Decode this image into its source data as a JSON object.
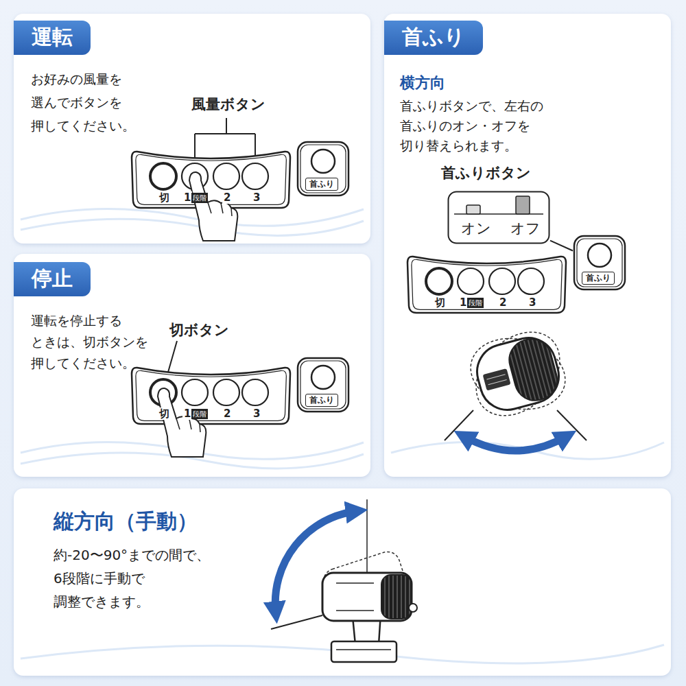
{
  "diagram": {
    "nodes": [
      {
        "text": [
          "運転",
          "お好みの風量を 選んでボタンを 押してください。"
        ]
      },
      {
        "text": [
          "切",
          "1",
          "段階",
          "2",
          "3"
        ],
        "in": 0
      },
      {
        "text": [
          "首ふり"
        ],
        "in": 0
      },
      {
        "text": [
          "停止",
          "運転を停止する ときは、切ボタンを 押してください。"
        ]
      },
      {
        "text": [
          "切",
          "1",
          "段階",
          "2",
          "3"
        ],
        "in": 3
      },
      {
        "text": [
          "首ふり"
        ],
        "in": 3
      },
      {
        "text": [
          "首ふり",
          "横方向",
          "首ふりボタンで、左右の 首ふりのオン・オフを 切り替えられます。"
        ]
      },
      {
        "text": [
          "オン",
          "オフ"
        ],
        "in": 6
      },
      {
        "text": [
          "切",
          "1",
          "段階",
          "2",
          "3"
        ],
        "in": 6
      },
      {
        "text": [
          "首ふり"
        ],
        "in": 6
      },
      {
        "text": [
          "縦方向（手動）",
          "約-20〜90°までの間で、 6段階に手動で 調整できます。"
        ]
      }
    ],
    "edges": [
      {
        "from": 7,
        "to": 9,
        "arrow": "none"
      }
    ],
    "labels": [
      "風量ボタン",
      "切ボタン",
      "首ふりボタン"
    ]
  }
}
